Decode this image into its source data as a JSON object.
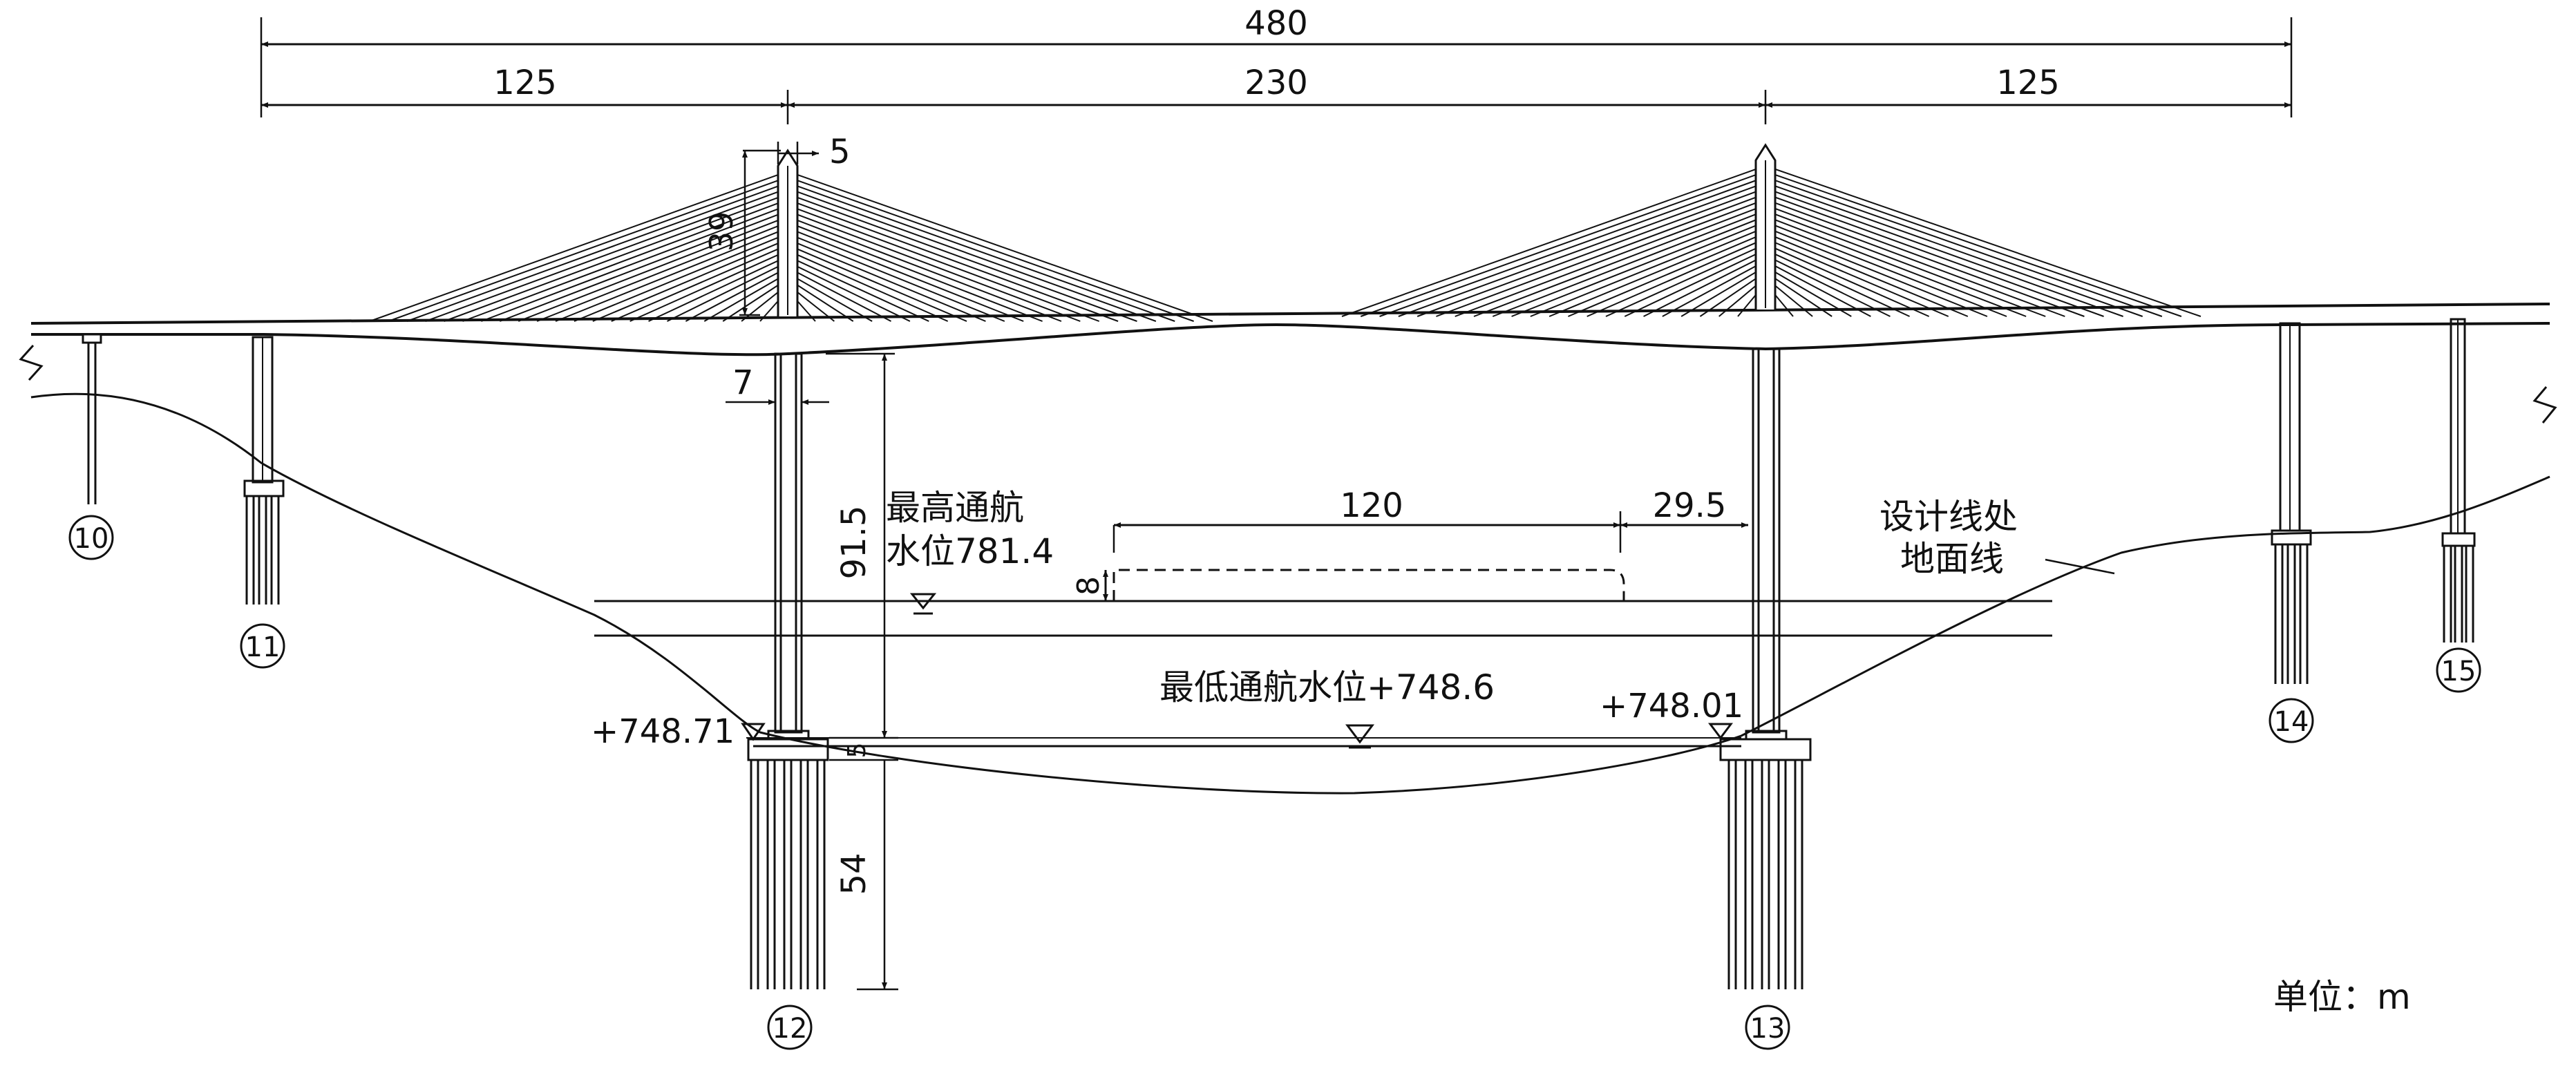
{
  "dimensions": {
    "total": "480",
    "left_span": "125",
    "main_span": "230",
    "right_span": "125",
    "tower_top_width": "5",
    "tower_height_above_deck": "39",
    "pier_width": "7",
    "pier_height": "91.5",
    "navigation_clearance_width": "120",
    "clearance_offset": "29.5",
    "clearance_height": "8",
    "footing_thickness": "5",
    "pile_length": "54"
  },
  "water_levels": {
    "highest_line1": "最高通航",
    "highest_line2": "水位781.4",
    "lowest": "最低通航水位+748.6"
  },
  "elevations": {
    "pier12": "+748.71",
    "pier13": "+748.01"
  },
  "ground_note": {
    "line1": "设计线处",
    "line2": "地面线"
  },
  "piers": [
    "10",
    "11",
    "12",
    "13",
    "14",
    "15"
  ],
  "unit": "单位：m",
  "colors": {
    "ink": "#111111",
    "paper": "#ffffff"
  }
}
